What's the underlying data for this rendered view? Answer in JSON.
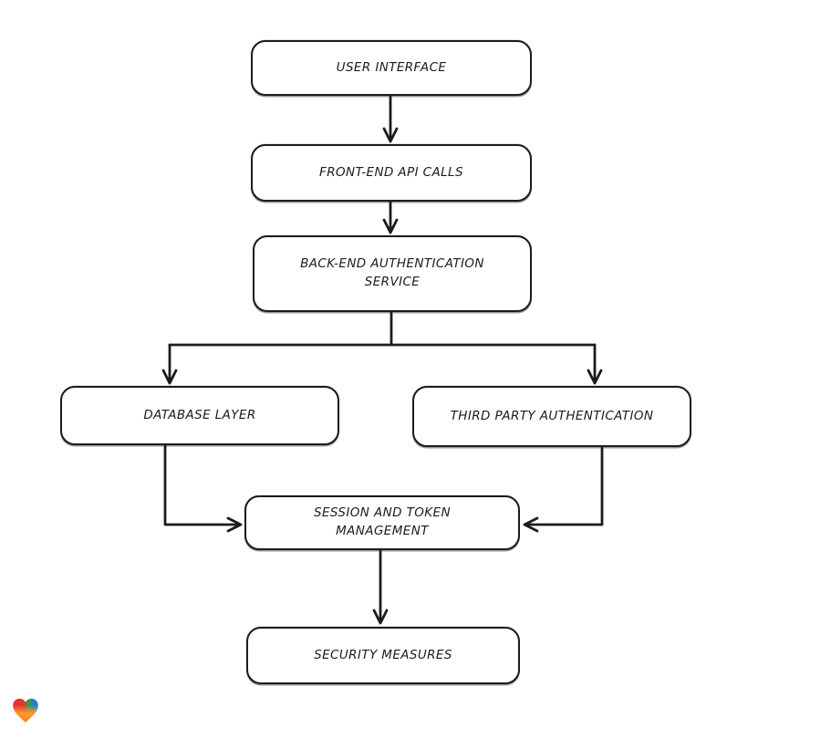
{
  "diagram": {
    "nodes": [
      {
        "id": "user-interface",
        "label": "USER INTERFACE"
      },
      {
        "id": "front-end-api-calls",
        "label": "FRONT-END API CALLS"
      },
      {
        "id": "back-end-auth-service",
        "label": "BACK-END AUTHENTICATION SERVICE"
      },
      {
        "id": "database-layer",
        "label": "DATABASE LAYER"
      },
      {
        "id": "third-party-auth",
        "label": "THIRD PARTY AUTHENTICATION"
      },
      {
        "id": "session-token-mgmt",
        "label": "SESSION AND TOKEN MANAGEMENT"
      },
      {
        "id": "security-measures",
        "label": "SECURITY MEASURES"
      }
    ],
    "edges": [
      {
        "from": "user-interface",
        "to": "front-end-api-calls"
      },
      {
        "from": "front-end-api-calls",
        "to": "back-end-auth-service"
      },
      {
        "from": "back-end-auth-service",
        "to": "database-layer"
      },
      {
        "from": "back-end-auth-service",
        "to": "third-party-auth"
      },
      {
        "from": "database-layer",
        "to": "session-token-mgmt"
      },
      {
        "from": "third-party-auth",
        "to": "session-token-mgmt"
      },
      {
        "from": "session-token-mgmt",
        "to": "security-measures"
      }
    ],
    "colors": {
      "stroke": "#1c1c1c",
      "node_fill": "#ffffff",
      "background": "#ffffff"
    },
    "logo": {
      "name": "gradient-heart",
      "colors": [
        "#e3342f",
        "#2f9e44",
        "#1c7ed6",
        "#fd9a2e"
      ]
    }
  }
}
